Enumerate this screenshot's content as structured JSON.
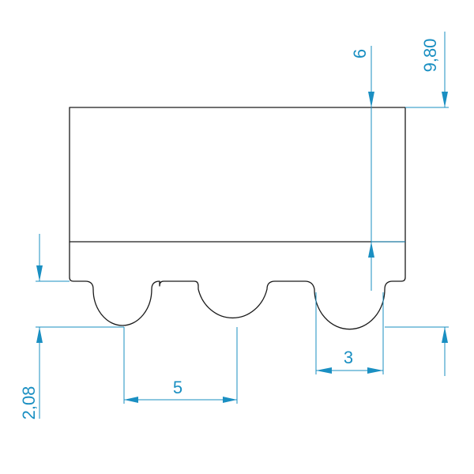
{
  "colors": {
    "outline": "#1a1a1a",
    "dimension": "#1a8fc2",
    "background": "#ffffff"
  },
  "dimensions": {
    "pitch": "5",
    "tooth_width": "3",
    "total_height": "9,80",
    "body_height": "6",
    "tooth_height": "2,08"
  }
}
